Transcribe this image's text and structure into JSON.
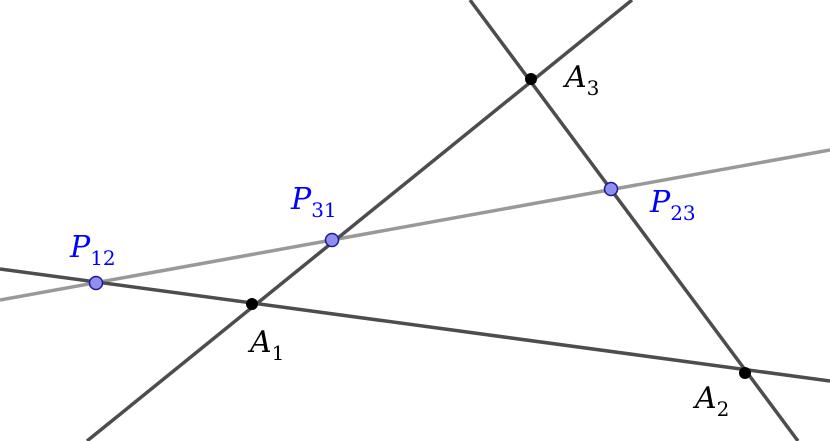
{
  "colors": {
    "background": "#ffffff",
    "line_dark": "#4d4d4d",
    "line_light": "#999999",
    "point_black": "#000000",
    "point_blue_fill": "#8f8ff0",
    "point_blue_stroke": "#1a1a99",
    "label_black": "#000000",
    "label_blue": "#0000ff"
  },
  "labels": {
    "A1": {
      "base": "A",
      "sub": "1"
    },
    "A2": {
      "base": "A",
      "sub": "2"
    },
    "A3": {
      "base": "A",
      "sub": "3"
    },
    "P12": {
      "base": "P",
      "sub": "12"
    },
    "P23": {
      "base": "P",
      "sub": "23"
    },
    "P31": {
      "base": "P",
      "sub": "31"
    }
  }
}
